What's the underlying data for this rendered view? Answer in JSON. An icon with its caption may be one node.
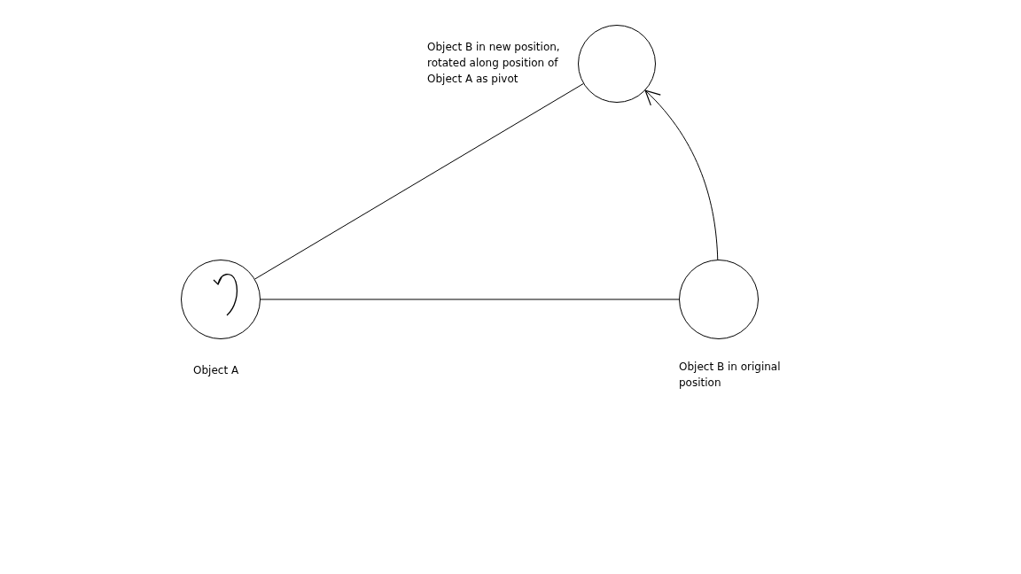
{
  "diagram": {
    "nodes": [
      {
        "text": [],
        "shape": "circle",
        "beside": [
          "Object B in new position, rotated along position of Object A as pivot"
        ]
      },
      {
        "text": [],
        "shape": "circle",
        "beside": [
          "Object A"
        ]
      },
      {
        "text": [],
        "shape": "circle",
        "beside": [
          "Object B in original position"
        ]
      }
    ],
    "edges": [
      {
        "from": 1,
        "to": 0,
        "arrow": "none"
      },
      {
        "from": 1,
        "to": 2,
        "arrow": "none"
      },
      {
        "from": 2,
        "to": 0,
        "arrow": "to"
      }
    ]
  }
}
